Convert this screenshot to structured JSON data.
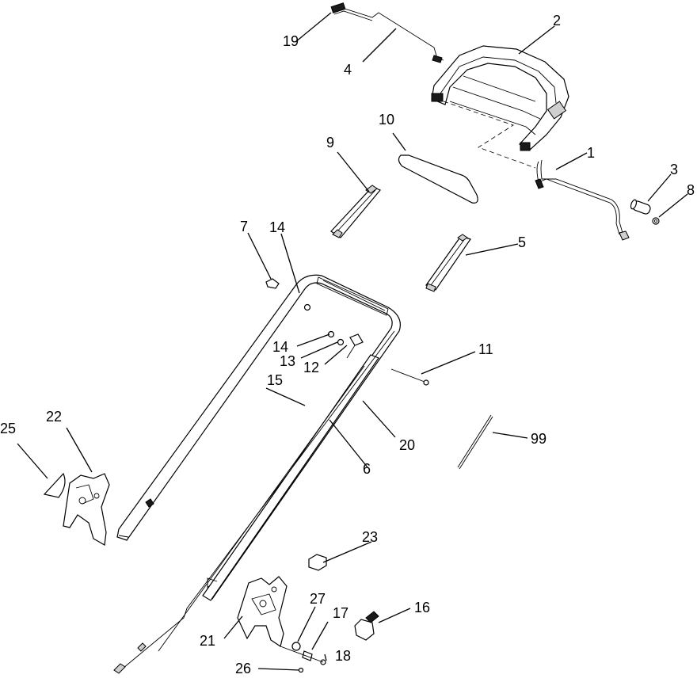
{
  "callouts": [
    "1",
    "2",
    "3",
    "4",
    "5",
    "6",
    "7",
    "8",
    "9",
    "10",
    "11",
    "12",
    "13",
    "14",
    "14",
    "15",
    "16",
    "17",
    "18",
    "19",
    "20",
    "21",
    "22",
    "23",
    "25",
    "26",
    "27",
    "99"
  ]
}
